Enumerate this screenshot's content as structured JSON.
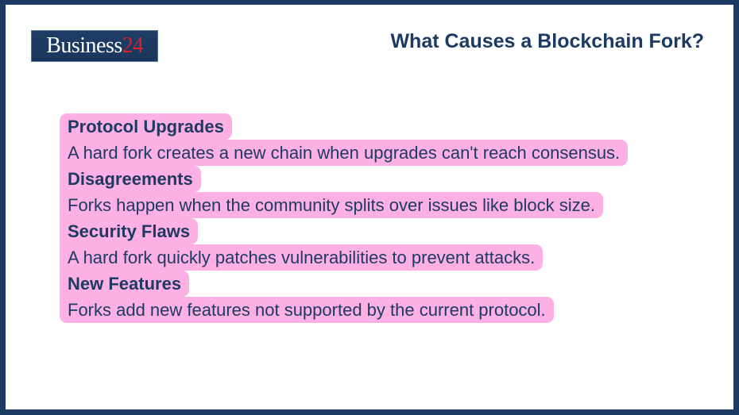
{
  "logo": {
    "word": "Business",
    "number": "24",
    "colors": {
      "background": "#1d3a62",
      "word": "#ffffff",
      "number": "#d4232a"
    }
  },
  "title": "What Causes a Blockchain Fork?",
  "colors": {
    "frame": "#1d3a62",
    "text": "#1d3a62",
    "highlight": "#fdb0e3",
    "background": "#ffffff"
  },
  "items": [
    {
      "heading": "Protocol Upgrades",
      "text": "A hard fork creates a new chain when upgrades can't reach consensus."
    },
    {
      "heading": "Disagreements",
      "text": "Forks happen when the community splits over issues like block size."
    },
    {
      "heading": "Security Flaws",
      "text": "A hard fork quickly patches vulnerabilities to prevent attacks."
    },
    {
      "heading": "New Features",
      "text": "Forks add new features not supported by the current protocol."
    }
  ]
}
